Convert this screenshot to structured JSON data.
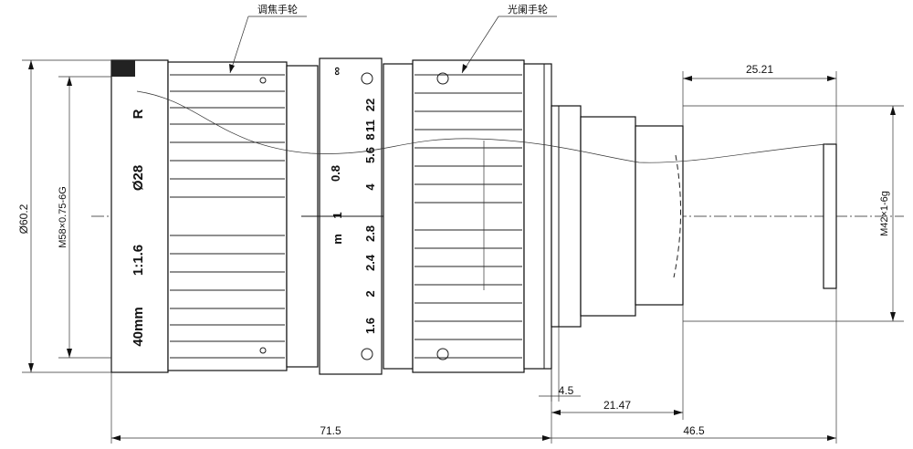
{
  "callouts": {
    "focus_ring": "调焦手轮",
    "iris_ring": "光阑手轮"
  },
  "dimensions": {
    "outer_diameter": "Ø60.2",
    "front_thread": "M58×0.75-6G",
    "mount_thread": "M42×1-6g",
    "flange_length": "25.21",
    "step_4_5": "4.5",
    "back_21_47": "21.47",
    "body_length": "71.5",
    "mount_length": "46.5"
  },
  "barrel_markings": {
    "r": "R",
    "diameter": "Ø28",
    "ratio": "1:1.6",
    "focal": "40mm"
  },
  "scale_markings": {
    "top_symbol": "∞",
    "dist_08": "0.8",
    "dist_m": "m",
    "dist_1": "1",
    "f56": "5.6",
    "f8": "8",
    "f11": "11",
    "f22": "22",
    "f4": "4",
    "f28": "2.8",
    "f24": "2.4",
    "f2": "2",
    "f16": "1.6"
  },
  "colors": {
    "line": "#1a1a1a",
    "background": "#ffffff"
  }
}
